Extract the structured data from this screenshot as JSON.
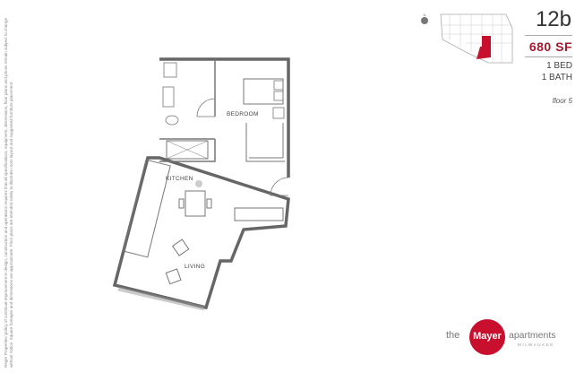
{
  "unit": {
    "name": "12b",
    "square_feet": "680 SF",
    "bedrooms": "1 BED",
    "bathrooms": "1 BATH",
    "floor": "floor 5"
  },
  "north_label": "N",
  "rooms": {
    "bedroom": "BEDROOM",
    "kitchen": "KITCHEN",
    "living": "LIVING"
  },
  "brand": {
    "prefix": "the",
    "name": "Mayer",
    "suffix": "apartments",
    "city": "MILWAUKEE",
    "accent_color": "#c8102e",
    "highlight_color": "#a6192e"
  },
  "disclaimer": "Reger Properties' policy of continual improvement in design, construction and operations requires that all specifications, equipment, dimensions, floor plans and prices remain subject to change without notice. Square footages and dimensions are approximate. Floor plans are intended solely to illustrate room layout and suggested furniture placement."
}
